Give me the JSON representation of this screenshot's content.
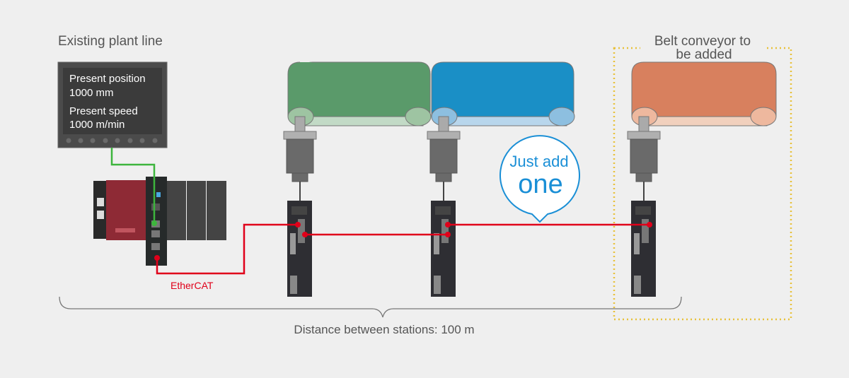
{
  "existing_line": {
    "title": "Existing plant line"
  },
  "hmi": {
    "line1": "Present position",
    "line2": "1000 mm",
    "line3": "Present speed",
    "line4": "1000 m/min"
  },
  "network": {
    "label": "EtherCAT"
  },
  "callout": {
    "line1": "Just add",
    "line2": "one"
  },
  "new_conveyor": {
    "title_line1": "Belt conveyor to",
    "title_line2": "be added"
  },
  "distance": {
    "label": "Distance between stations: 100 m"
  },
  "colors": {
    "ethercat": "#e0001a",
    "hmi_link": "#3db53d",
    "conveyor1": "#5a9a6a",
    "conveyor2": "#1a8fc6",
    "conveyor3": "#d8805e",
    "highlight": "#e8c13a",
    "callout": "#1a8fd6"
  }
}
